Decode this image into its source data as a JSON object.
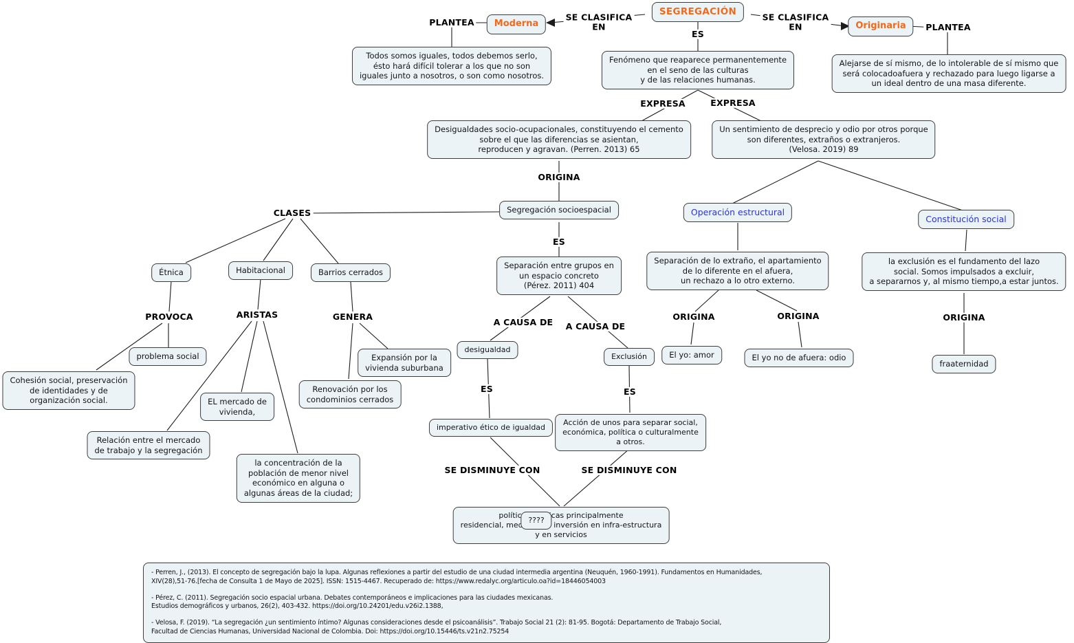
{
  "colors": {
    "accent_orange": "#f2691c",
    "accent_blue": "#2b35cf",
    "node_fill": "#ecf3f6",
    "node_border": "#3c3c3c",
    "connector_line": "#1c1c1c"
  },
  "nodes": {
    "segregacion": "SEGREGACIÓN",
    "moderna": "Moderna",
    "originaria": "Originaria",
    "quote_moderna": "Todos somos iguales, todos debemos serlo,\nésto hará difícil tolerar a los que no son\niguales junto a nosotros, o son como nosotros.",
    "fenomeno": "Fenómeno que reaparece permanentemente\nen el seno de las culturas\ny de las relaciones humanas.",
    "quote_originaria": "Alejarse de sí mismo, de lo intolerable de sí mismo que\nserá colocadoafuera y rechazado para luego ligarse a\nun ideal dentro de una masa diferente.",
    "desigualdades": "Desigualdades socio-ocupacionales, constituyendo el cemento\nsobre el que las diferencias se asientan,\nreproducen y agravan.  (Perren. 2013) 65",
    "sentimiento": "Un sentimiento de desprecio y odio por  otros porque\nson diferentes, extraños o extranjeros.\n(Velosa. 2019) 89",
    "socioespacial": "Segregación socioespacial",
    "operacion_estructural": "Operación estructural",
    "constitucion_social": "Constitución social",
    "etnica": "Étnica",
    "habitacional": "Habitacional",
    "barrios_cerrados": "Barrios cerrados",
    "separacion_grupos": "Separación entre grupos en\nun espacio concreto\n(Pérez. 2011) 404",
    "separacion_extrano": "Separación de lo extraño, el apartamiento\nde lo diferente en el afuera,\nun rechazo a lo otro externo.",
    "exclusion_fundamento": "la exclusión es el fundamento del lazo\nsocial. Somos impulsados a excluir,\na separarnos y, al mismo tiempo,a estar juntos.",
    "problema_social": "problema social",
    "cohesion": "Cohesión social, preservación\nde identidades y de\norganización social.",
    "mercado_vivienda": "EL mercado de\nvivienda,",
    "relacion_mercado": "Relación entre el mercado\nde trabajo y la segregación",
    "concentracion": "la concentración de la\npoblación de menor nivel\neconómico en alguna o\nalgunas áreas de la ciudad;",
    "expansion": "Expansión por la\nvivienda suburbana",
    "renovacion": "Renovación por los\ncondominios cerrados",
    "desigualdad": "desigualdad",
    "exclusion": "Exclusión",
    "yo_amor": "El yo: amor",
    "yo_odio": "El yo no de afuera: odio",
    "fraternidad": "fraaternidad",
    "imperativo": "imperativo ético de igualdad",
    "accion": "Acción de unos para separar social,\neconómica, política o culturalmente\na otros.",
    "politicas": "políticas públicas  principalmente\nresidencial, mediante la inversión en infra-estructura\ny en servicios",
    "unknown": "????"
  },
  "labels": {
    "plantea_left": "PLANTEA",
    "se_clasifica_left": "SE CLASIFICA\nEN",
    "es_top": "ES",
    "se_clasifica_right": "SE CLASIFICA\nEN",
    "plantea_right": "PLANTEA",
    "expresa_left": "EXPRESA",
    "expresa_right": "EXPRESA",
    "origina_main": "ORIGINA",
    "clases": "CLASES",
    "es_socio": "ES",
    "provoca": "PROVOCA",
    "aristas": "ARISTAS",
    "genera": "GENERA",
    "a_causa_left": "A CAUSA DE",
    "a_causa_right": "A CAUSA DE",
    "origina_amor": "ORIGINA",
    "origina_odio": "ORIGINA",
    "origina_frat": "ORIGINA",
    "es_desigualdad": "ES",
    "es_exclusion": "ES",
    "se_disminuye_left": "SE DISMINUYE CON",
    "se_disminuye_right": "SE DISMINUYE CON"
  },
  "references": {
    "perren": "- Perren, J., (2013). El concepto de segregación bajo la lupa. Algunas reflexiones a partir del estudio de una ciudad intermedia argentina (Neuquén, 1960-1991). Fundamentos en Humanidades,\nXIV(28),51-76.[fecha de Consulta 1 de Mayo de 2025]. ISSN: 1515-4467. Recuperado de: https://www.redalyc.org/articulo.oa?id=18446054003",
    "perez": "- Pérez, C. (2011). Segregación socio espacial urbana. Debates contemporáneos e implicaciones para las ciudades mexicanas.\nEstudios demográficos y urbanos, 26(2), 403-432. https://doi.org/10.24201/edu.v26i2.1388,",
    "velosa": "- Velosa, F. (2019). “La segregación ¿un sentimiento íntimo? Algunas consideraciones desde el psicoanálisis”. Trabajo Social 21 (2): 81-95. Bogotá: Departamento de Trabajo Social,\nFacultad de Ciencias Humanas, Universidad Nacional de Colombia. Doi: https://doi.org/10.15446/ts.v21n2.75254"
  }
}
